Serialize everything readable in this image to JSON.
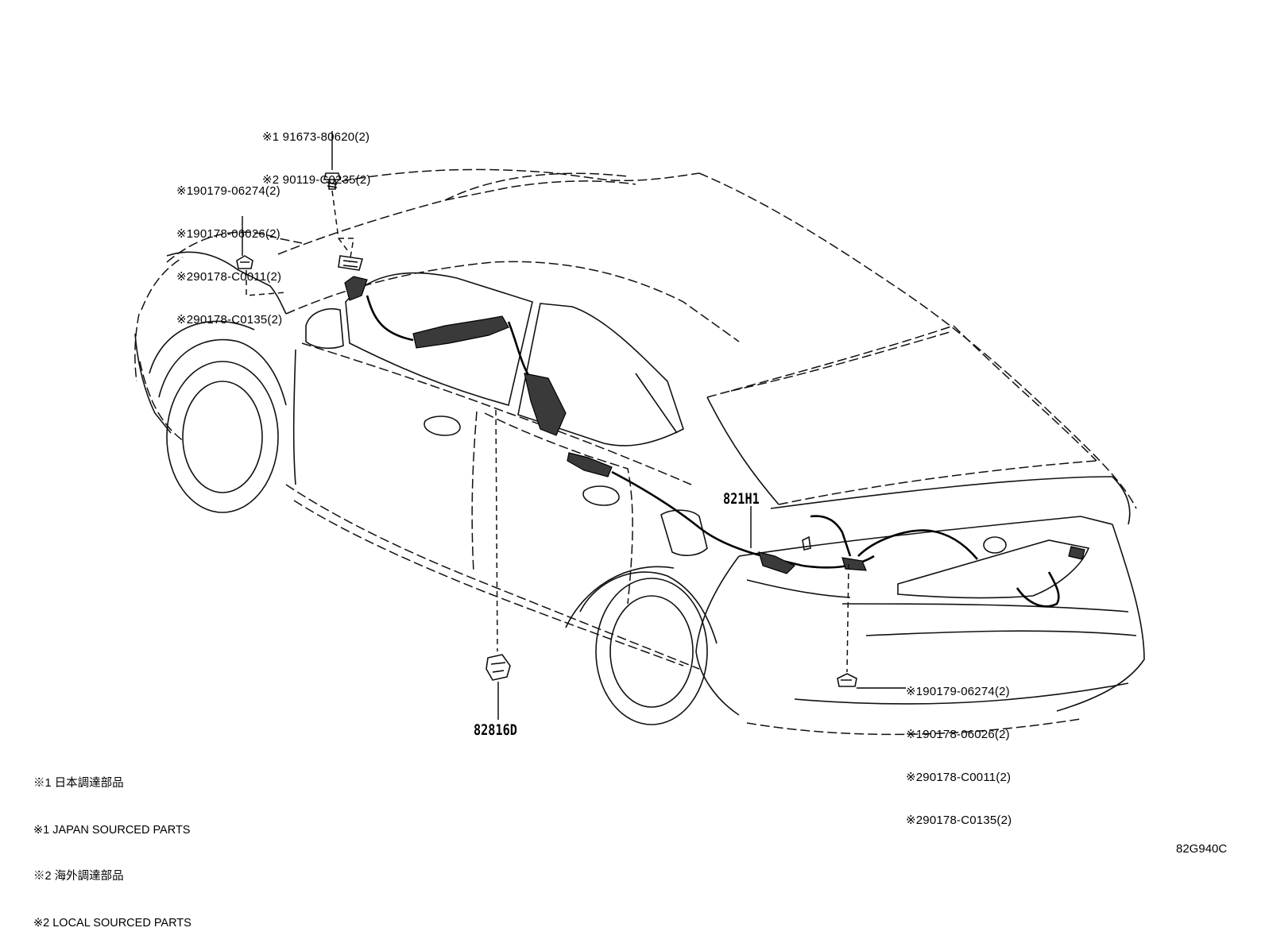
{
  "labels": {
    "top_bolt": [
      "※1 91673-80620(2)",
      "※2 90119-C0235(2)"
    ],
    "front_clips": [
      "※190179-06274(2)",
      "※190178-06026(2)",
      "※290178-C0011(2)",
      "※290178-C0135(2)"
    ],
    "rear_clips": [
      "※190179-06274(2)",
      "※190178-06026(2)",
      "※290178-C0011(2)",
      "※290178-C0135(2)"
    ],
    "harness_part": "821H1",
    "clip_part": "82816D"
  },
  "notes": [
    "※1 日本調達部品",
    "※1 JAPAN SOURCED PARTS",
    "※2 海外調達部品",
    "※2 LOCAL SOURCED PARTS"
  ],
  "diagram_code": "82G940C"
}
